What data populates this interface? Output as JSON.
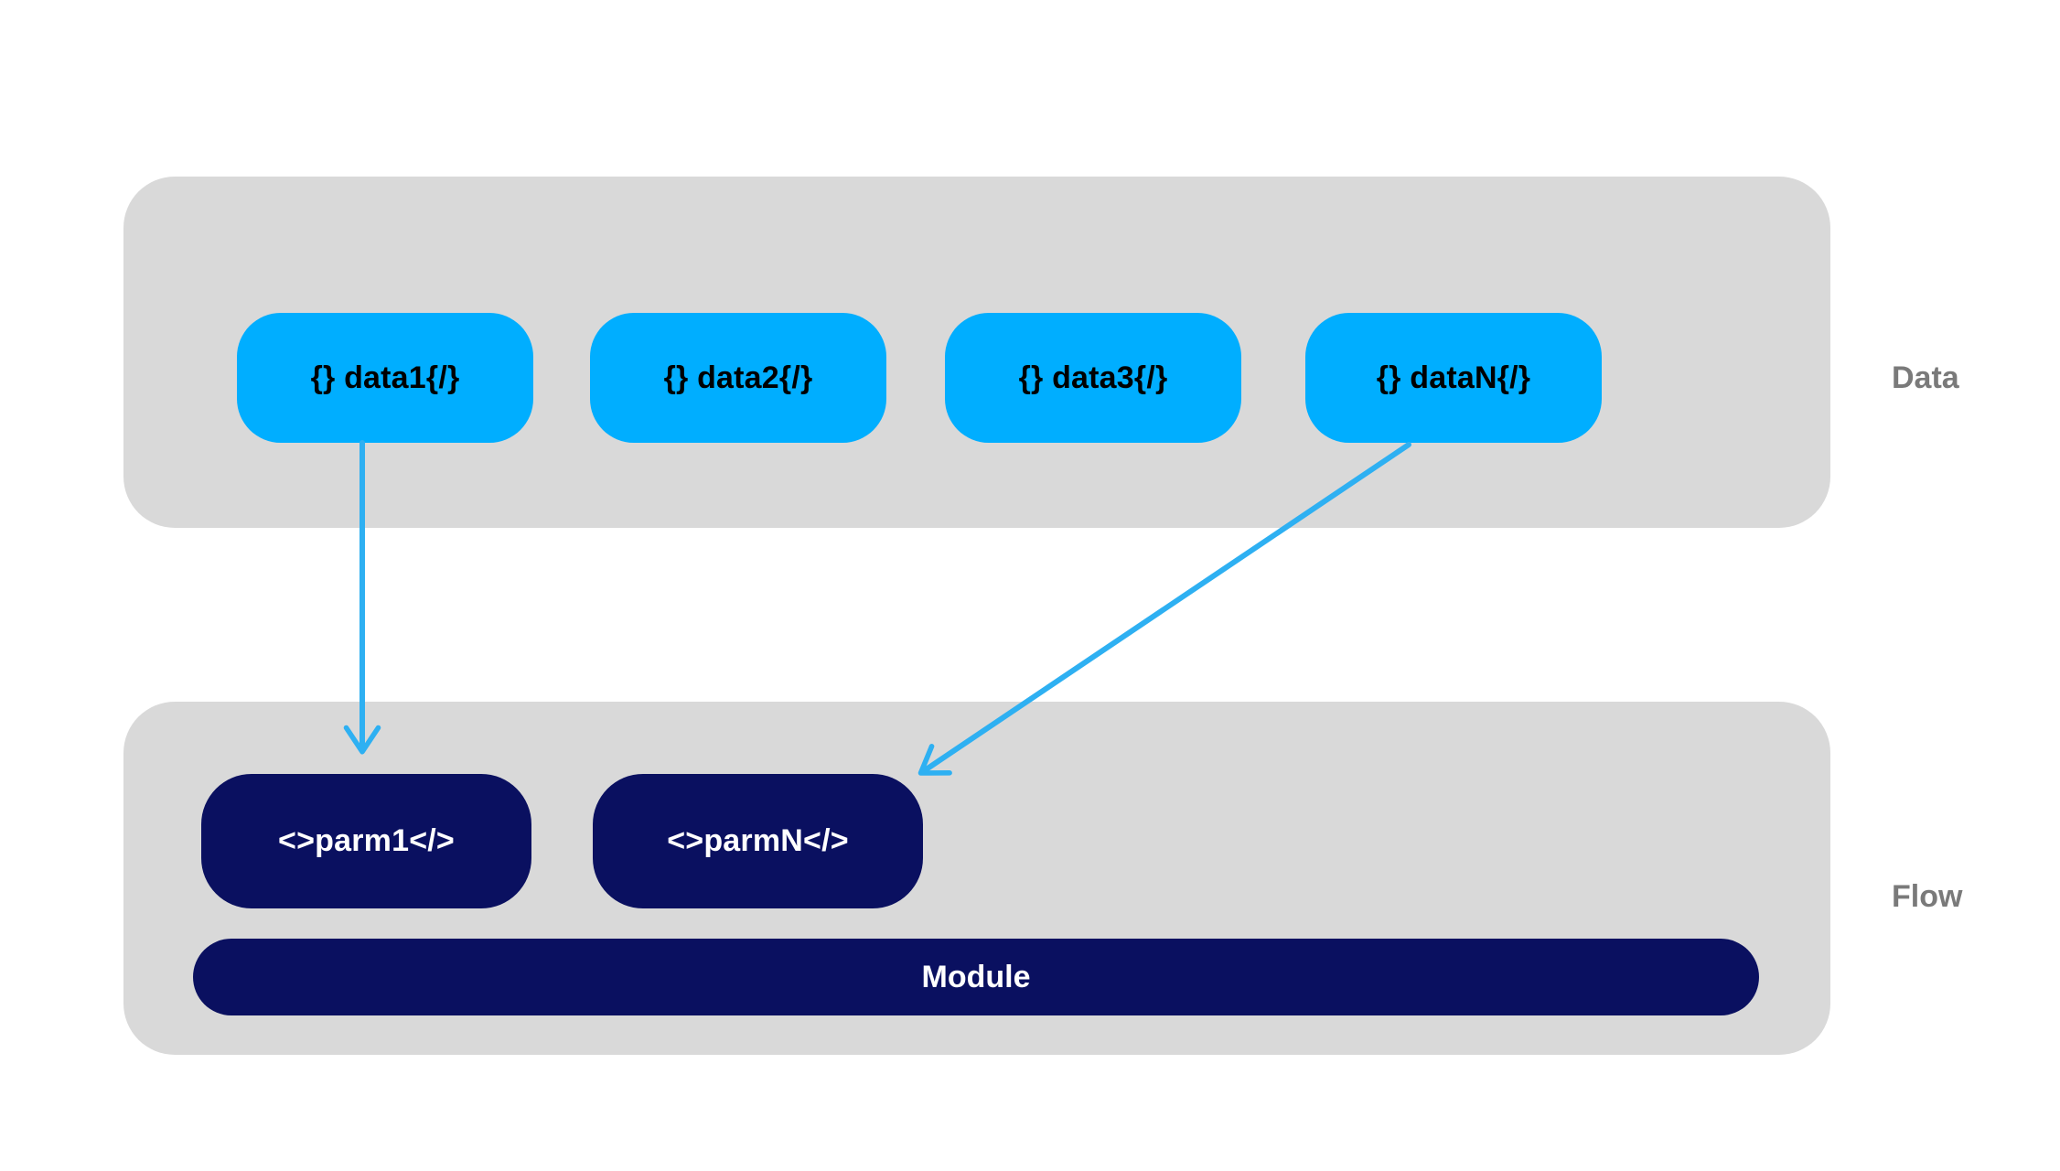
{
  "sections": {
    "data": {
      "label": "Data",
      "nodes": [
        {
          "label": "{} data1{/}"
        },
        {
          "label": "{} data2{/}"
        },
        {
          "label": "{} data3{/}"
        },
        {
          "label": "{} dataN{/}"
        }
      ]
    },
    "flow": {
      "label": "Flow",
      "nodes": [
        {
          "label": "<>parm1</>"
        },
        {
          "label": "<>parmN</>"
        }
      ],
      "module": {
        "label": "Module"
      }
    }
  },
  "connectors": [
    {
      "name": "data1-to-parm1",
      "from": "data1",
      "to": "parm1"
    },
    {
      "name": "dataN-to-parmN",
      "from": "dataN",
      "to": "parmN"
    }
  ],
  "colors": {
    "background": "#ffffff",
    "section_background": "#d9d9d9",
    "data_node_fill": "#00aeff",
    "data_node_text": "#000000",
    "flow_node_fill": "#0a1060",
    "flow_node_text": "#ffffff",
    "module_fill": "#0a1060",
    "connector": "#2eb0f2",
    "section_label_text": "#7a7a7a"
  }
}
